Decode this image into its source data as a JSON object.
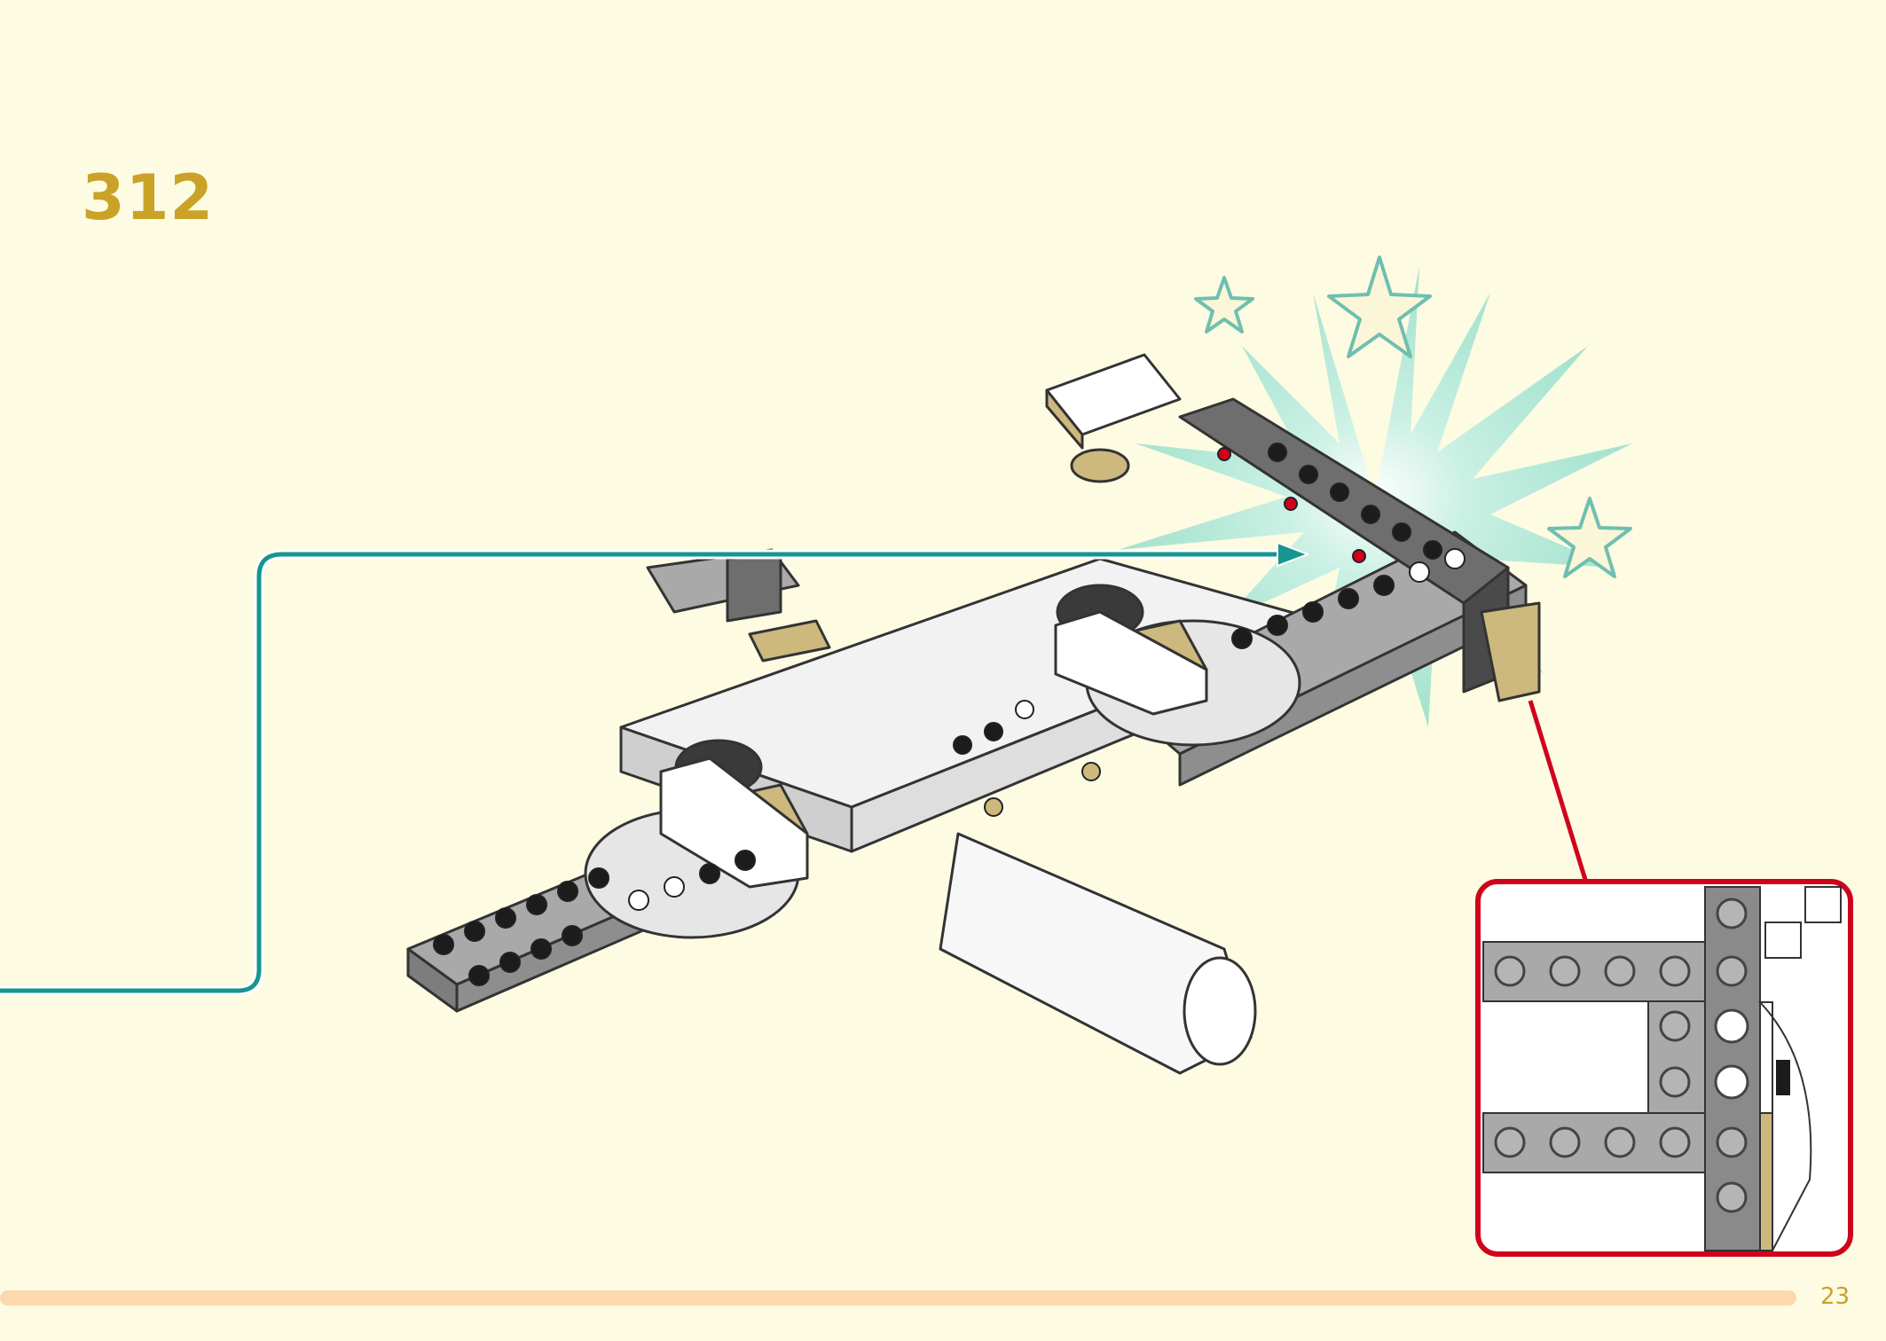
{
  "instruction_page": {
    "step_number": "312",
    "page_number": "23",
    "progress_fraction": 1.0
  },
  "colors": {
    "background": "#fefbe3",
    "accent_gold": "#c9a227",
    "callout_red": "#d0021b",
    "arrow_teal": "#17958f",
    "burst_mint": "#8fdcc9",
    "brick_gray": "#a9a9a9",
    "brick_dark": "#6e6e6e",
    "brick_tan": "#cdb87e",
    "stud_black": "#1c1c1c"
  },
  "icons": {
    "arrow": "placement-arrow-icon",
    "burst": "highlight-burst-icon",
    "stars": "sparkle-star-icon",
    "callout": "zoom-callout-icon"
  }
}
